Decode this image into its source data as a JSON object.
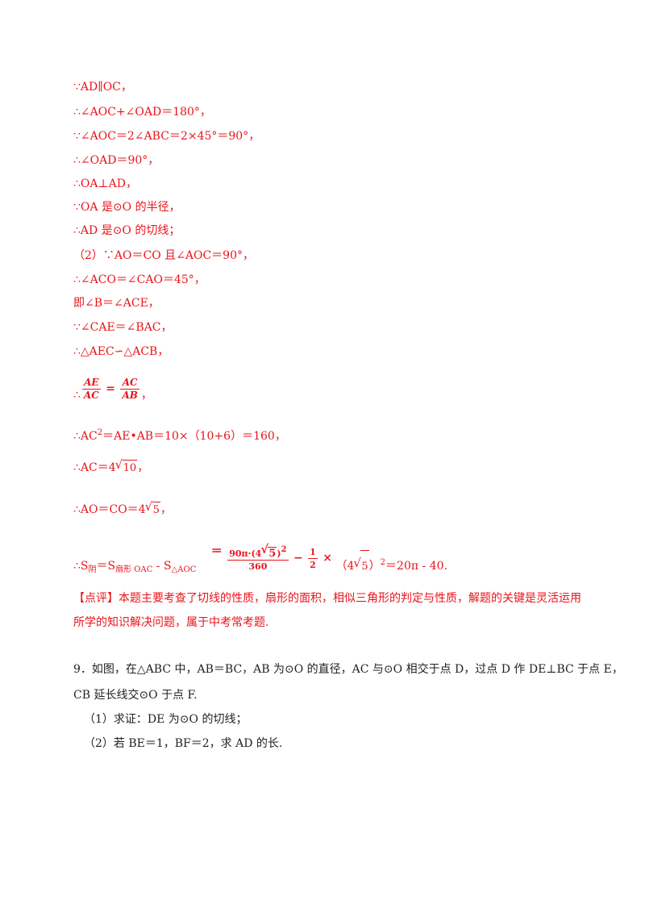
{
  "proof_lines": [
    "∵AD∥OC，",
    "∴∠AOC+∠OAD＝180°，",
    "∵∠AOC＝2∠ABC＝2×45°＝90°，",
    "∴∠OAD＝90°，",
    "∴OA⊥AD，",
    "∵OA 是⊙O 的半径，",
    "∴AD 是⊙O 的切线；",
    "（2）∵AO＝CO 且∠AOC＝90°，",
    "∴∠ACO＝∠CAO＝45°，",
    "即∠B＝∠ACE，",
    "∵∠CAE＝∠BAC，",
    "∴△AEC∽△ACB，"
  ],
  "ratio": {
    "prefix": "∴",
    "left_num": "AE",
    "left_den": "AC",
    "eq": "=",
    "right_num": "AC",
    "right_den": "AB",
    "suffix": "，"
  },
  "ac_sq": {
    "text_a": "∴AC",
    "sup": "2",
    "text_b": "＝AE•AB＝10×（10+6）＝160，"
  },
  "ac": {
    "text": "∴AC＝4",
    "radicand": "10",
    "suffix": "，"
  },
  "ao": {
    "text": "∴AO＝CO＝4",
    "radicand": "5",
    "suffix": "，"
  },
  "area": {
    "prefix": "∴S",
    "sub1": "阴",
    "mid": "＝S",
    "sub2": "扇形 OAC",
    "minus": " - S",
    "sub3": "△AOC",
    "eq": "＝",
    "frac_num_a": "90π·(4",
    "frac_num_rad": "5",
    "frac_num_b": ")",
    "frac_num_sup": "2",
    "frac_den": "360",
    "minus2": "−",
    "half_num": "1",
    "half_den": "2",
    "times": "×",
    "paren_a": "（4",
    "paren_rad": "5",
    "paren_b": "）",
    "paren_sup": "2",
    "result": "＝20π - 40."
  },
  "comment": "【点评】本题主要考查了切线的性质，扇形的面积，相似三角形的判定与性质，解题的关键是灵活运用所学的知识解决问题，属于中考常考题.",
  "problem9": {
    "line1": "9．如图，在△ABC 中，AB＝BC，AB 为⊙O 的直径，AC 与⊙O 相交于点 D，过点 D 作 DE⊥BC 于点 E，",
    "line2": "CB 延长线交⊙O 于点 F.",
    "q1": "（1）求证：DE 为⊙O 的切线；",
    "q2": "（2）若 BE＝1，BF＝2，求 AD 的长."
  }
}
